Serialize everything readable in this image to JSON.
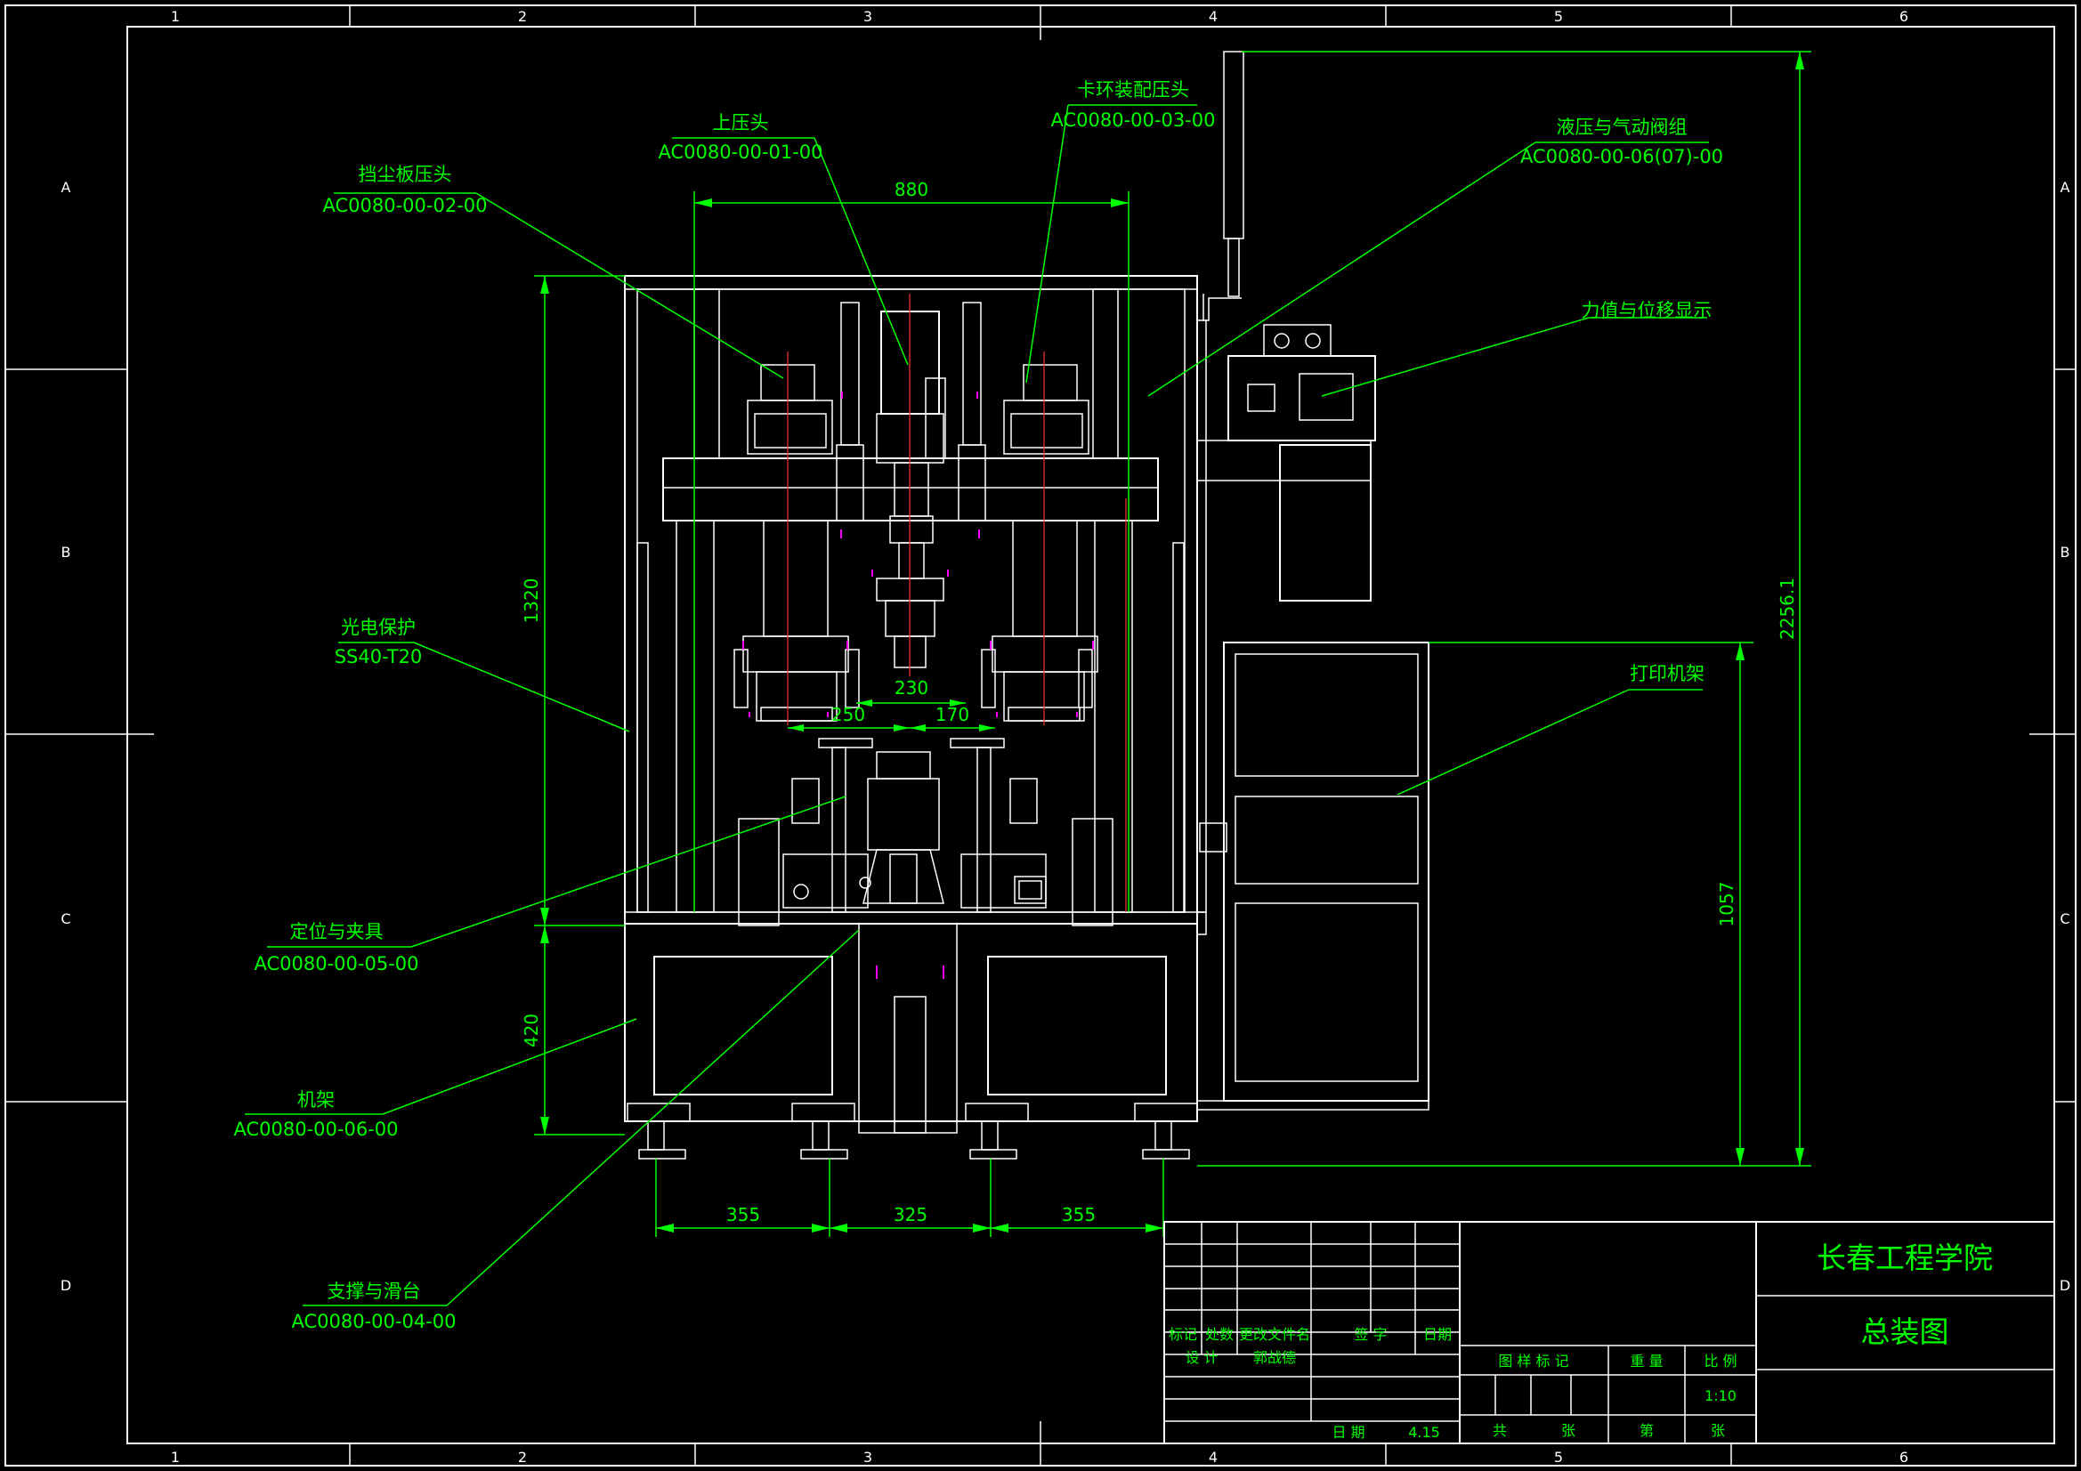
{
  "border": {
    "columns": [
      "1",
      "2",
      "3",
      "4",
      "5",
      "6"
    ],
    "rows": [
      "A",
      "B",
      "C",
      "D"
    ]
  },
  "dimensions": {
    "top_width": "880",
    "total_height": "2256.1",
    "upper_height": "1320",
    "lower_height": "420",
    "printer_height": "1057",
    "gap_230": "230",
    "gap_250": "250",
    "gap_170": "170",
    "bottom_left": "355",
    "bottom_mid": "325",
    "bottom_right": "355"
  },
  "labels": {
    "dust_head": {
      "name": "挡尘板压头",
      "code": "AC0080-00-02-00"
    },
    "upper_head": {
      "name": "上压头",
      "code": "AC0080-00-01-00"
    },
    "clip_head": {
      "name": "卡环装配压头",
      "code": "AC0080-00-03-00"
    },
    "hydraulic": {
      "name": "液压与气动阀组",
      "code": "AC0080-00-06(07)-00"
    },
    "force_display": {
      "name": "力值与位移显示"
    },
    "photo_guard": {
      "name": "光电保护",
      "code": "SS40-T20"
    },
    "printer_rack": {
      "name": "打印机架"
    },
    "fixture": {
      "name": "定位与夹具",
      "code": "AC0080-00-05-00"
    },
    "frame": {
      "name": "机架",
      "code": "AC0080-00-06-00"
    },
    "support": {
      "name": "支撑与滑台",
      "code": "AC0080-00-04-00"
    }
  },
  "title_block": {
    "school": "长春工程学院",
    "drawing_title": "总装图",
    "col_mark": "标记",
    "col_count": "处数",
    "col_change_doc": "更改文件名",
    "col_sign": "签 字",
    "col_date": "日期",
    "designer_label": "设 计",
    "designer_name": "郭战德",
    "date_label": "日 期",
    "date_value": "4.15",
    "pattern_mark": "图 样 标 记",
    "weight": "重 量",
    "ratio": "比 例",
    "ratio_value": "1:10",
    "total": "共",
    "sheets": "张",
    "sheet_no": "第",
    "sheets2": "张"
  },
  "colors": {
    "background": "#000000",
    "outline": "#ffffff",
    "annotation": "#00ff00",
    "center_line": "#ff3333",
    "accent": "#ff00ff"
  }
}
